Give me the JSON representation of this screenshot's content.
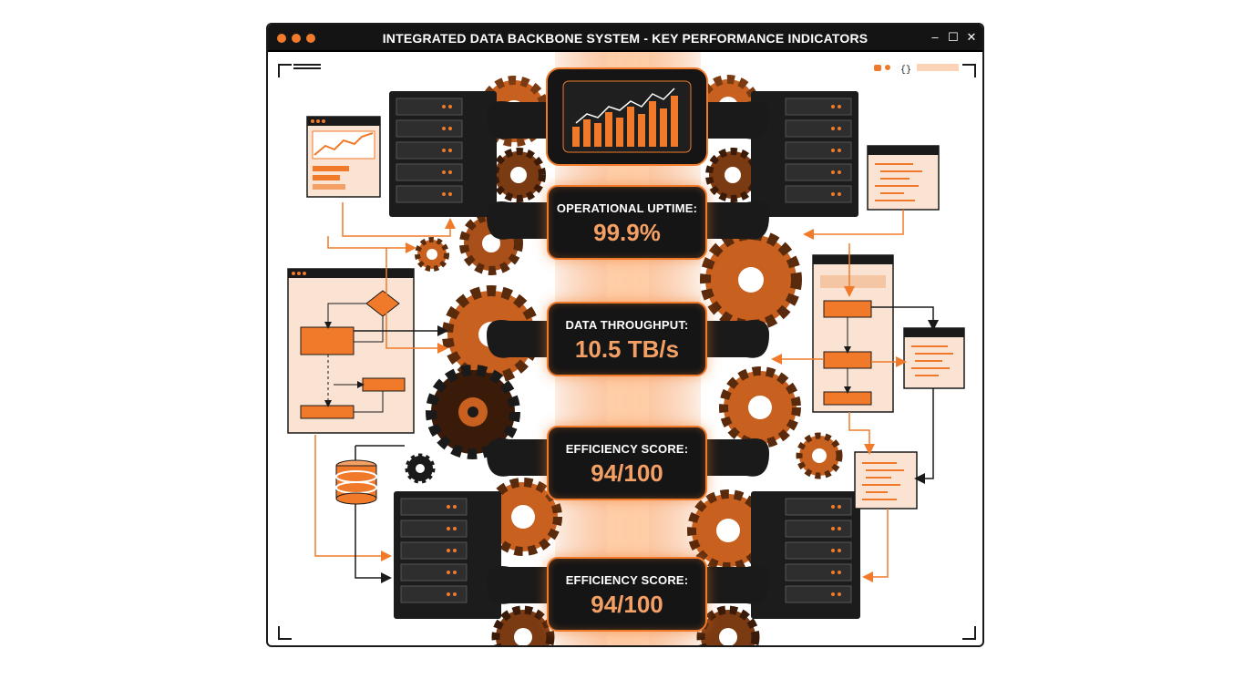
{
  "window": {
    "title": "INTEGRATED DATA BACKBONE SYSTEM - KEY PERFORMANCE INDICATORS",
    "controls": {
      "minimize": "–",
      "maximize": "☐",
      "close": "✕"
    }
  },
  "kpis": [
    {
      "label": "OPERATIONAL UPTIME:",
      "value": "99.9%"
    },
    {
      "label": "DATA THROUGHPUT:",
      "value": "10.5 TB/s"
    },
    {
      "label": "EFFICIENCY SCORE:",
      "value": "94/100"
    },
    {
      "label": "EFFICIENCY SCORE:",
      "value": "94/100"
    }
  ],
  "colors": {
    "accent": "#f07a2a",
    "dark": "#151515",
    "panel": "#fbe3d3",
    "glow": "#ffb27a"
  },
  "icons": [
    "gear-icon",
    "server-rack-icon",
    "database-icon",
    "chart-icon",
    "flowchart-icon",
    "code-window-icon"
  ]
}
